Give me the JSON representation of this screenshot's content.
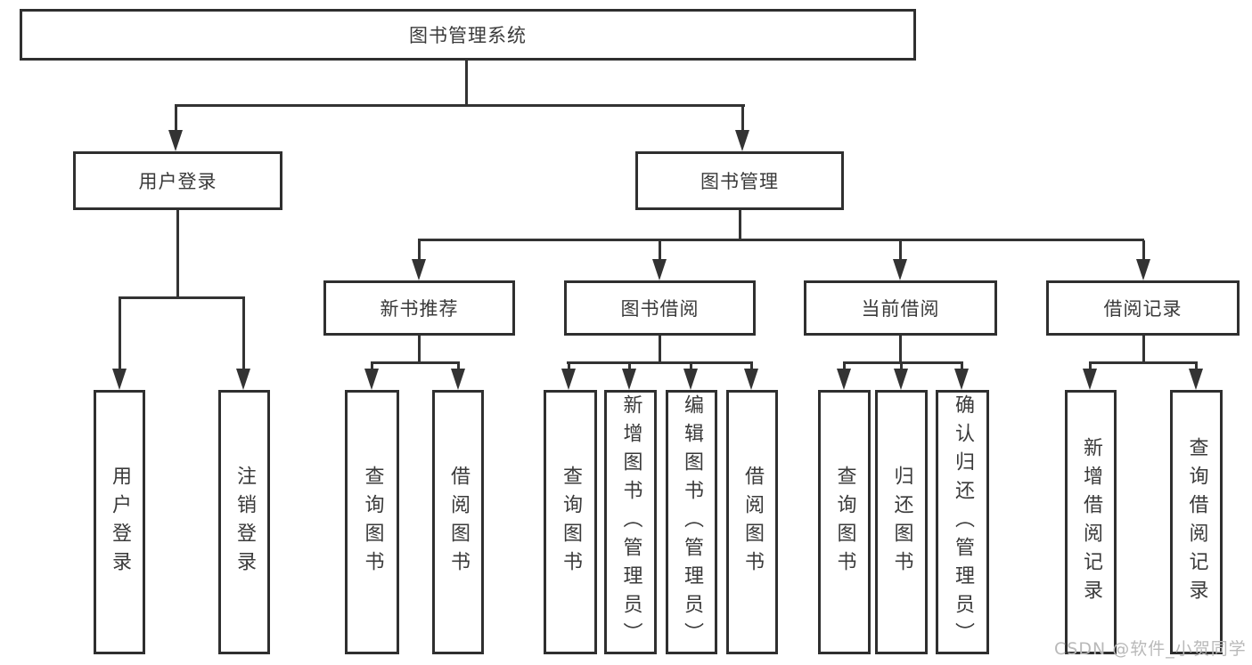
{
  "diagram": {
    "type": "tree-diagram",
    "root": {
      "label": "图书管理系统"
    },
    "level2": {
      "user_login": {
        "label": "用户登录"
      },
      "book_management": {
        "label": "图书管理"
      }
    },
    "level3": {
      "new_book_recommend": {
        "label": "新书推荐",
        "parent": "图书管理"
      },
      "book_borrow": {
        "label": "图书借阅",
        "parent": "图书管理"
      },
      "current_borrow": {
        "label": "当前借阅",
        "parent": "图书管理"
      },
      "borrow_records": {
        "label": "借阅记录",
        "parent": "图书管理"
      }
    },
    "leaves": {
      "user_login": {
        "label": "用户登录",
        "parent": "用户登录"
      },
      "logout": {
        "label": "注销登录",
        "parent": "用户登录"
      },
      "recommend_query_books": {
        "label": "查询图书",
        "parent": "新书推荐"
      },
      "recommend_borrow_books": {
        "label": "借阅图书",
        "parent": "新书推荐"
      },
      "borrow_query_books": {
        "label": "查询图书",
        "parent": "图书借阅"
      },
      "borrow_add_books": {
        "label": "新增图书（管理员）",
        "parent": "图书借阅"
      },
      "borrow_edit_books": {
        "label": "编辑图书（管理员）",
        "parent": "图书借阅"
      },
      "borrow_borrow_books": {
        "label": "借阅图书",
        "parent": "图书借阅"
      },
      "current_query_books": {
        "label": "查询图书",
        "parent": "当前借阅"
      },
      "current_return_books": {
        "label": "归还图书",
        "parent": "当前借阅"
      },
      "current_confirm_return": {
        "label": "确认归还（管理员）",
        "parent": "当前借阅"
      },
      "records_add_record": {
        "label": "新增借阅记录",
        "parent": "借阅记录"
      },
      "records_query_record": {
        "label": "查询借阅记录",
        "parent": "借阅记录"
      }
    },
    "colors": {
      "line": "#333333",
      "box_border": "#2f2f2f",
      "text": "#3a3a3a",
      "background": "#ffffff",
      "watermark": "#b9b9b9"
    }
  },
  "watermark": {
    "text": "CSDN @软件_小贺同学"
  }
}
